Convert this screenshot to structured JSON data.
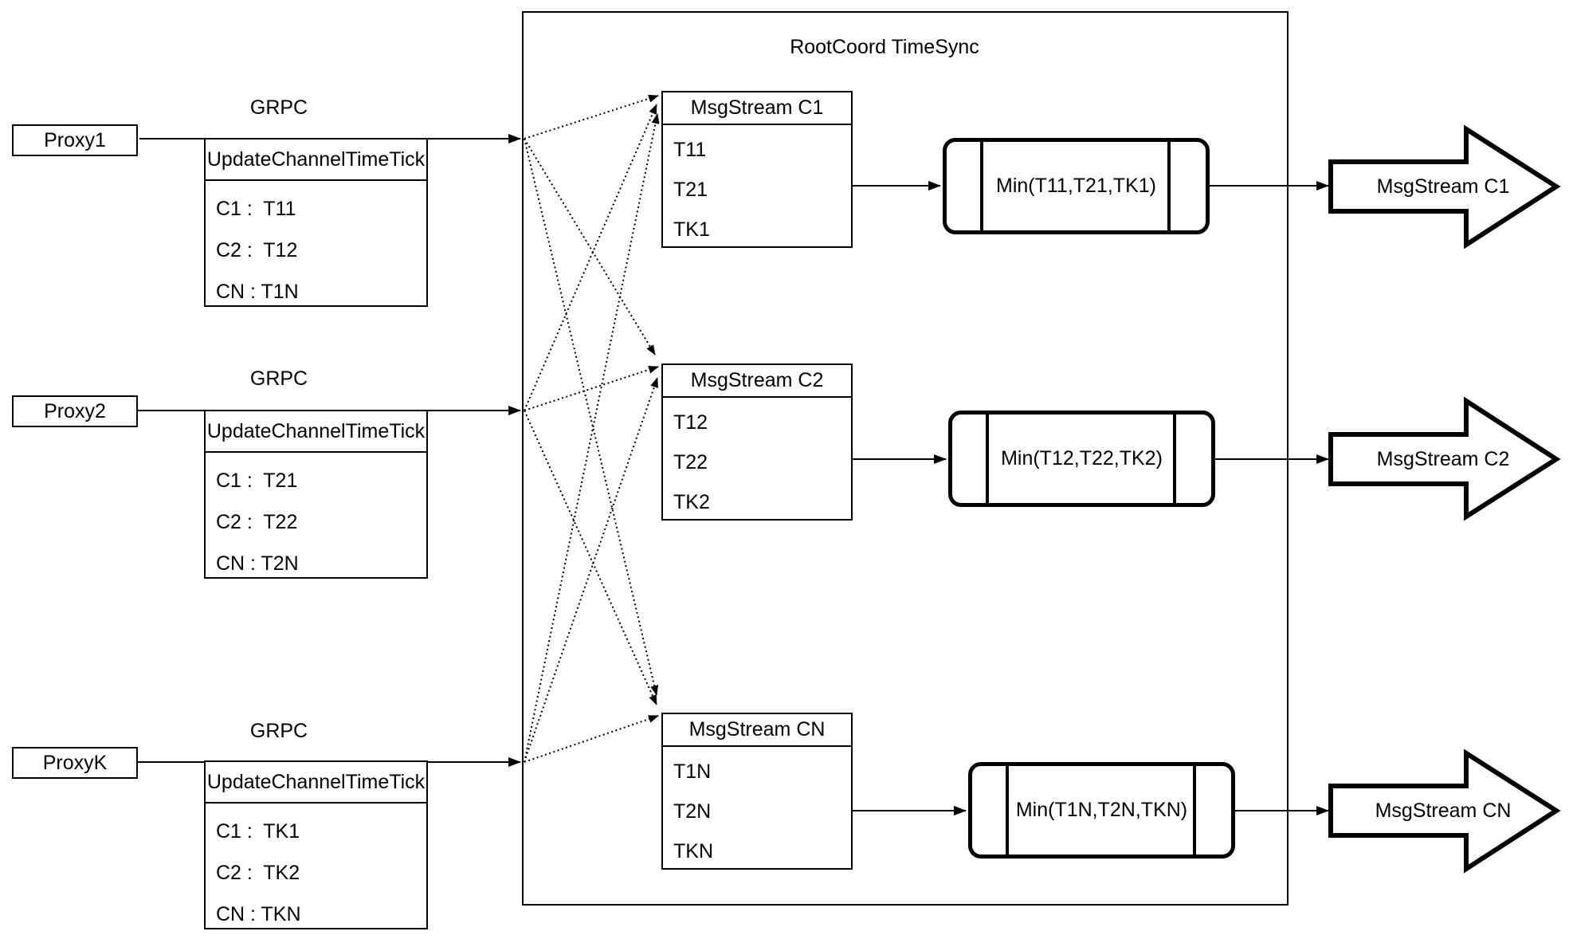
{
  "title": "RootCoord TimeSync",
  "colors": {
    "stroke": "#000000",
    "background": "#ffffff"
  },
  "rows": [
    {
      "proxy": "Proxy1",
      "grpc": "GRPC",
      "tick_header": "UpdateChannelTimeTick",
      "tick1": "C1 :  T11",
      "tick2": "C2 :  T12",
      "tick3": "CN : T1N",
      "stream_header": "MsgStream C1",
      "s1": "T11",
      "s2": "T21",
      "s3": "TK1",
      "min": "Min(T11,T21,TK1)",
      "out": "MsgStream C1"
    },
    {
      "proxy": "Proxy2",
      "grpc": "GRPC",
      "tick_header": "UpdateChannelTimeTick",
      "tick1": "C1 :  T21",
      "tick2": "C2 :  T22",
      "tick3": "CN : T2N",
      "stream_header": "MsgStream C2",
      "s1": "T12",
      "s2": "T22",
      "s3": "TK2",
      "min": "Min(T12,T22,TK2)",
      "out": "MsgStream C2"
    },
    {
      "proxy": "ProxyK",
      "grpc": "GRPC",
      "tick_header": "UpdateChannelTimeTick",
      "tick1": "C1 :  TK1",
      "tick2": "C2 :  TK2",
      "tick3": "CN : TKN",
      "stream_header": "MsgStream CN",
      "s1": "T1N",
      "s2": "T2N",
      "s3": "TKN",
      "min": "Min(T1N,T2N,TKN)",
      "out": "MsgStream CN"
    }
  ]
}
